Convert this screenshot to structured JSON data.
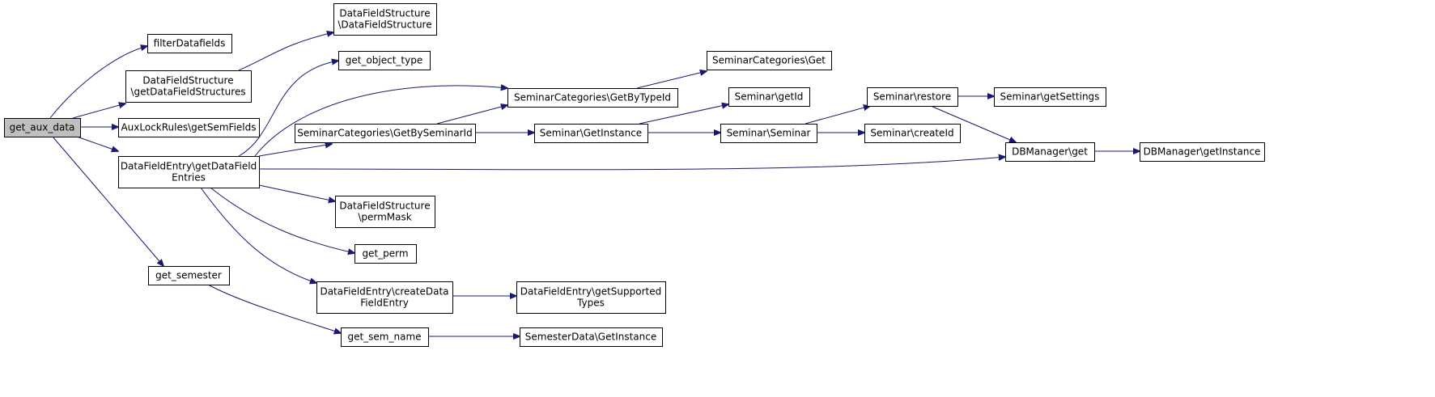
{
  "diagram": {
    "nodes": [
      {
        "id": "get_aux_data",
        "lines": [
          "get_aux_data"
        ],
        "root": true
      },
      {
        "id": "filterDatafields",
        "lines": [
          "filterDatafields"
        ]
      },
      {
        "id": "DFS_getDataFieldStructures",
        "lines": [
          "DataFieldStructure",
          "\\getDataFieldStructures"
        ]
      },
      {
        "id": "AuxLockRules_getSemFields",
        "lines": [
          "AuxLockRules\\getSemFields"
        ]
      },
      {
        "id": "DFE_getDataFieldEntries",
        "lines": [
          "DataFieldEntry\\getDataField",
          "Entries"
        ]
      },
      {
        "id": "get_semester",
        "lines": [
          "get_semester"
        ]
      },
      {
        "id": "DFS_DataFieldStructure",
        "lines": [
          "DataFieldStructure",
          "\\DataFieldStructure"
        ]
      },
      {
        "id": "get_object_type",
        "lines": [
          "get_object_type"
        ]
      },
      {
        "id": "SC_GetBySeminarId",
        "lines": [
          "SeminarCategories\\GetBySeminarId"
        ]
      },
      {
        "id": "DFS_permMask",
        "lines": [
          "DataFieldStructure",
          "\\permMask"
        ]
      },
      {
        "id": "get_perm",
        "lines": [
          "get_perm"
        ]
      },
      {
        "id": "DFE_createDataFieldEntry",
        "lines": [
          "DataFieldEntry\\createData",
          "FieldEntry"
        ]
      },
      {
        "id": "get_sem_name",
        "lines": [
          "get_sem_name"
        ]
      },
      {
        "id": "SC_GetByTypeId",
        "lines": [
          "SeminarCategories\\GetByTypeId"
        ]
      },
      {
        "id": "Seminar_GetInstance",
        "lines": [
          "Seminar\\GetInstance"
        ]
      },
      {
        "id": "DFE_getSupportedTypes",
        "lines": [
          "DataFieldEntry\\getSupported",
          "Types"
        ]
      },
      {
        "id": "SemesterData_GetInstance",
        "lines": [
          "SemesterData\\GetInstance"
        ]
      },
      {
        "id": "SC_Get",
        "lines": [
          "SeminarCategories\\Get"
        ]
      },
      {
        "id": "Seminar_getId",
        "lines": [
          "Seminar\\getId"
        ]
      },
      {
        "id": "Seminar_Seminar",
        "lines": [
          "Seminar\\Seminar"
        ]
      },
      {
        "id": "Seminar_restore",
        "lines": [
          "Seminar\\restore"
        ]
      },
      {
        "id": "Seminar_createId",
        "lines": [
          "Seminar\\createId"
        ]
      },
      {
        "id": "DBManager_get",
        "lines": [
          "DBManager\\get"
        ]
      },
      {
        "id": "Seminar_getSettings",
        "lines": [
          "Seminar\\getSettings"
        ]
      },
      {
        "id": "DBManager_getInstance",
        "lines": [
          "DBManager\\getInstance"
        ]
      }
    ],
    "edges": [
      {
        "from": "get_aux_data",
        "to": "filterDatafields"
      },
      {
        "from": "get_aux_data",
        "to": "DFS_getDataFieldStructures"
      },
      {
        "from": "get_aux_data",
        "to": "AuxLockRules_getSemFields"
      },
      {
        "from": "get_aux_data",
        "to": "DFE_getDataFieldEntries"
      },
      {
        "from": "get_aux_data",
        "to": "get_semester"
      },
      {
        "from": "DFS_getDataFieldStructures",
        "to": "DFS_DataFieldStructure"
      },
      {
        "from": "DFE_getDataFieldEntries",
        "to": "get_object_type"
      },
      {
        "from": "DFE_getDataFieldEntries",
        "to": "SC_GetByTypeId"
      },
      {
        "from": "DFE_getDataFieldEntries",
        "to": "SC_GetBySeminarId"
      },
      {
        "from": "DFE_getDataFieldEntries",
        "to": "DBManager_get"
      },
      {
        "from": "DFE_getDataFieldEntries",
        "to": "DFS_permMask"
      },
      {
        "from": "DFE_getDataFieldEntries",
        "to": "get_perm"
      },
      {
        "from": "DFE_getDataFieldEntries",
        "to": "DFE_createDataFieldEntry"
      },
      {
        "from": "get_semester",
        "to": "get_sem_name"
      },
      {
        "from": "SC_GetBySeminarId",
        "to": "SC_GetByTypeId"
      },
      {
        "from": "SC_GetBySeminarId",
        "to": "Seminar_GetInstance"
      },
      {
        "from": "SC_GetByTypeId",
        "to": "SC_Get"
      },
      {
        "from": "Seminar_GetInstance",
        "to": "Seminar_getId"
      },
      {
        "from": "Seminar_GetInstance",
        "to": "Seminar_Seminar"
      },
      {
        "from": "Seminar_Seminar",
        "to": "Seminar_restore"
      },
      {
        "from": "Seminar_Seminar",
        "to": "Seminar_createId"
      },
      {
        "from": "Seminar_restore",
        "to": "Seminar_getSettings"
      },
      {
        "from": "Seminar_restore",
        "to": "DBManager_get"
      },
      {
        "from": "DBManager_get",
        "to": "DBManager_getInstance"
      },
      {
        "from": "DFE_createDataFieldEntry",
        "to": "DFE_getSupportedTypes"
      },
      {
        "from": "get_sem_name",
        "to": "SemesterData_GetInstance"
      }
    ],
    "colors": {
      "edge": "#191970",
      "node_border": "#000000",
      "node_fill": "#ffffff",
      "root_fill": "#bfbfbf"
    }
  }
}
